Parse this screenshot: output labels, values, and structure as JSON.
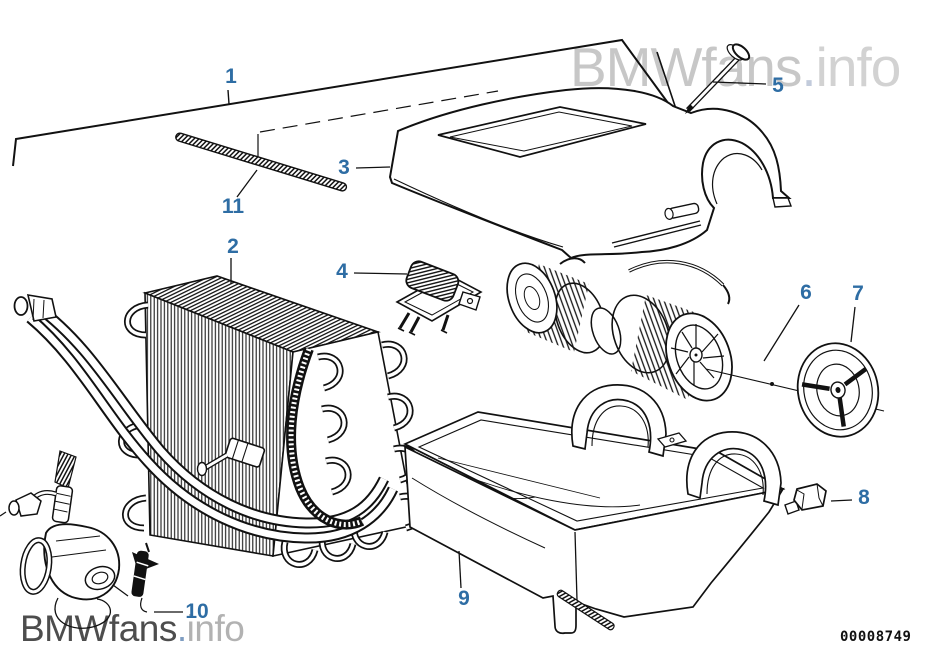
{
  "watermarks": {
    "top_right": {
      "brand": "BMWfans",
      "dot": ".",
      "tld": "info"
    },
    "bottom_left": {
      "brand": "BMWfans",
      "dot": ".",
      "tld": "info"
    }
  },
  "diagram": {
    "code": "00008749",
    "callouts": [
      {
        "number": "1"
      },
      {
        "number": "2"
      },
      {
        "number": "3"
      },
      {
        "number": "4"
      },
      {
        "number": "5"
      },
      {
        "number": "6"
      },
      {
        "number": "7"
      },
      {
        "number": "8"
      },
      {
        "number": "9"
      },
      {
        "number": "10"
      },
      {
        "number": "11"
      }
    ]
  },
  "colors": {
    "background": "#ffffff",
    "line": "#111111",
    "callout_blue": "#2e6da4",
    "watermark_top": "#c7c7c7",
    "watermark_bottom_brand": "#4d4d4d",
    "watermark_bottom_dot": "#7d9cc1",
    "watermark_bottom_tld": "#b2b2b2",
    "diagram_code_color": "#111111"
  }
}
